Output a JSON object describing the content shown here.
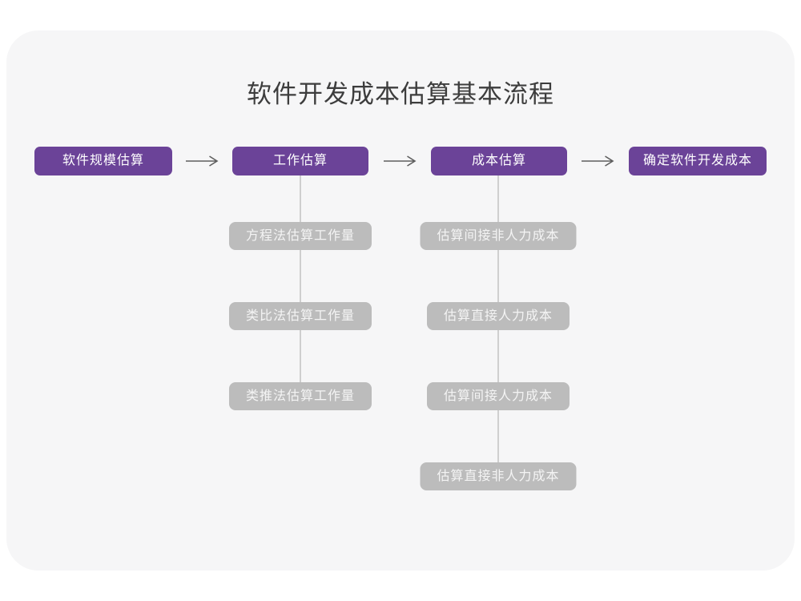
{
  "title": "软件开发成本估算基本流程",
  "theme": {
    "purple_box": "#6b4398",
    "gray_box": "#bcbcbc",
    "card_bg": "#f6f6f7",
    "connector_line": "#cfcfcf",
    "arrow": "#5f5f5f"
  },
  "main_flow": [
    {
      "label": "软件规模估算"
    },
    {
      "label": "工作估算"
    },
    {
      "label": "成本估算"
    },
    {
      "label": "确定软件开发成本"
    }
  ],
  "sub_flows": {
    "work_estimation": [
      "方程法估算工作量",
      "类比法估算工作量",
      "类推法估算工作量"
    ],
    "cost_estimation": [
      "估算间接非人力成本",
      "估算直接人力成本",
      "估算间接人力成本",
      "估算直接非人力成本"
    ]
  }
}
